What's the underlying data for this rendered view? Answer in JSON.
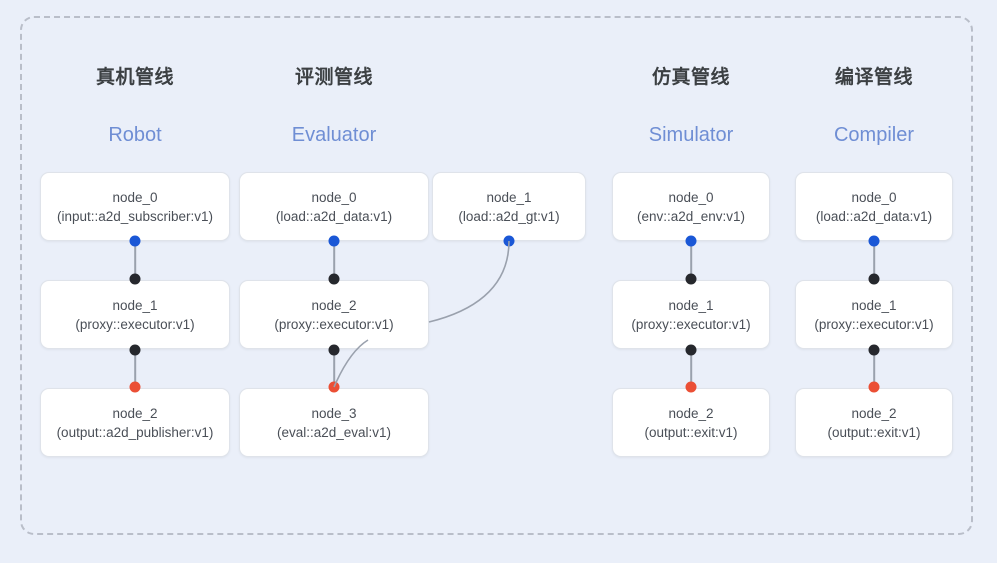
{
  "diagram": {
    "background_color": "#eaeff9",
    "frame_border_color": "#b9bec9",
    "accent_colors": {
      "input_dot": "#1a57d6",
      "mid_dot": "#26282d",
      "output_dot": "#eb4f35",
      "title_en": "#6f8ed4",
      "title_cn": "#3c4043"
    }
  },
  "columns": [
    {
      "title_cn": "真机管线",
      "title_en": "Robot",
      "nodes": [
        {
          "name": "node_0",
          "type": "(input::a2d_subscriber:v1)"
        },
        {
          "name": "node_1",
          "type": "(proxy::executor:v1)"
        },
        {
          "name": "node_2",
          "type": "(output::a2d_publisher:v1)"
        }
      ]
    },
    {
      "title_cn": "评测管线",
      "title_en": "Evaluator",
      "nodes": [
        {
          "name": "node_0",
          "type": "(load::a2d_data:v1)"
        },
        {
          "name": "node_2",
          "type": "(proxy::executor:v1)"
        },
        {
          "name": "node_3",
          "type": "(eval::a2d_eval:v1)"
        }
      ],
      "side_node": {
        "name": "node_1",
        "type": "(load::a2d_gt:v1)"
      }
    },
    {
      "title_cn": "仿真管线",
      "title_en": "Simulator",
      "nodes": [
        {
          "name": "node_0",
          "type": "(env::a2d_env:v1)"
        },
        {
          "name": "node_1",
          "type": "(proxy::executor:v1)"
        },
        {
          "name": "node_2",
          "type": "(output::exit:v1)"
        }
      ]
    },
    {
      "title_cn": "编译管线",
      "title_en": "Compiler",
      "nodes": [
        {
          "name": "node_0",
          "type": "(load::a2d_data:v1)"
        },
        {
          "name": "node_1",
          "type": "(proxy::executor:v1)"
        },
        {
          "name": "node_2",
          "type": "(output::exit:v1)"
        }
      ]
    }
  ]
}
